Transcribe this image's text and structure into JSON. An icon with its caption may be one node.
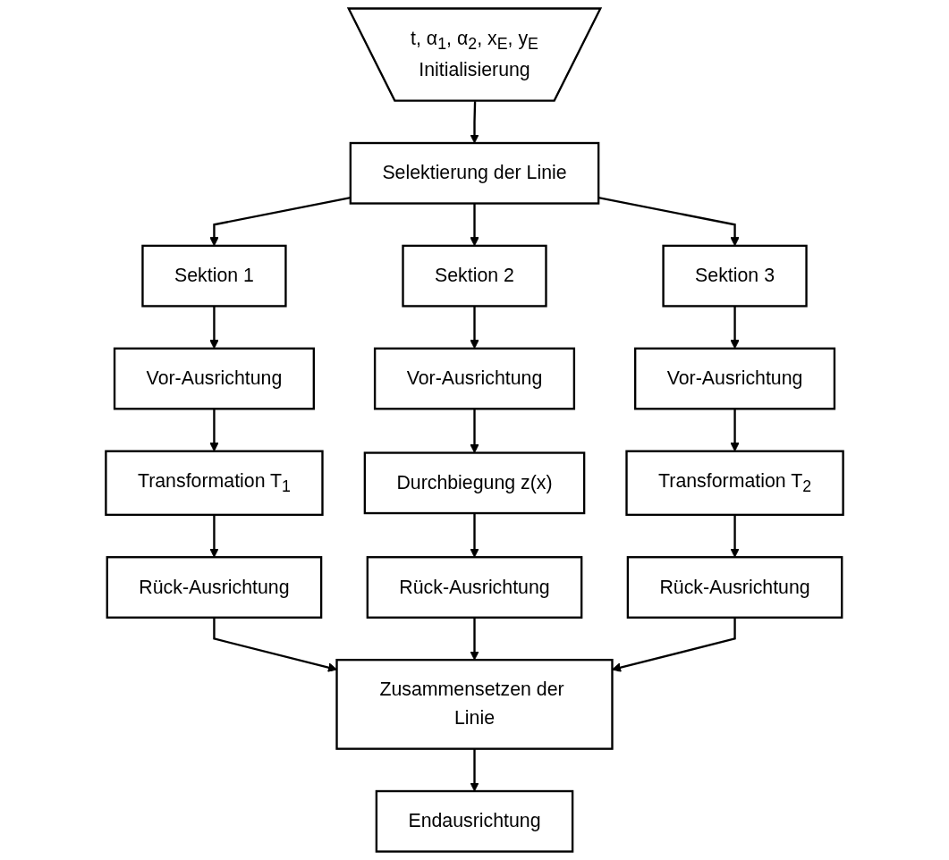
{
  "diagram": {
    "nodes": [
      {
        "text": [
          "t, α$_{1}$, α$_{2}$, x$_{E}$, y$_{E}$",
          "Initialisierung"
        ]
      },
      {
        "text": [
          "Selektierung der Linie"
        ]
      },
      {
        "text": [
          "Sektion 1"
        ]
      },
      {
        "text": [
          "Vor-Ausrichtung"
        ]
      },
      {
        "text": [
          "Transformation T$_{1}$"
        ]
      },
      {
        "text": [
          "Rück-Ausrichtung"
        ]
      },
      {
        "text": [
          "Sektion 2"
        ]
      },
      {
        "text": [
          "Vor-Ausrichtung"
        ]
      },
      {
        "text": [
          "Durchbiegung z(x)"
        ]
      },
      {
        "text": [
          "Rück-Ausrichtung"
        ]
      },
      {
        "text": [
          "Sektion 3"
        ]
      },
      {
        "text": [
          "Vor-Ausrichtung"
        ]
      },
      {
        "text": [
          "Transformation T$_{2}$"
        ]
      },
      {
        "text": [
          "Rück-Ausrichtung"
        ]
      },
      {
        "text": [
          "Zusammensetzen der Linie"
        ]
      },
      {
        "text": [
          "Endausrichtung"
        ]
      }
    ],
    "edges": [
      {
        "from": 0,
        "to": 1,
        "arrow": "to"
      },
      {
        "from": 1,
        "to": 2,
        "arrow": "to"
      },
      {
        "from": 1,
        "to": 6,
        "arrow": "to"
      },
      {
        "from": 1,
        "to": 10,
        "arrow": "to"
      },
      {
        "from": 2,
        "to": 3,
        "arrow": "to"
      },
      {
        "from": 3,
        "to": 4,
        "arrow": "to"
      },
      {
        "from": 4,
        "to": 5,
        "arrow": "to"
      },
      {
        "from": 6,
        "to": 7,
        "arrow": "to"
      },
      {
        "from": 7,
        "to": 8,
        "arrow": "to"
      },
      {
        "from": 8,
        "to": 9,
        "arrow": "to"
      },
      {
        "from": 10,
        "to": 11,
        "arrow": "to"
      },
      {
        "from": 11,
        "to": 12,
        "arrow": "to"
      },
      {
        "from": 12,
        "to": 13,
        "arrow": "to"
      },
      {
        "from": 5,
        "to": 14,
        "arrow": "to"
      },
      {
        "from": 9,
        "to": 14,
        "arrow": "to"
      },
      {
        "from": 13,
        "to": 14,
        "arrow": "to"
      },
      {
        "from": 14,
        "to": 15,
        "arrow": "to"
      }
    ]
  }
}
